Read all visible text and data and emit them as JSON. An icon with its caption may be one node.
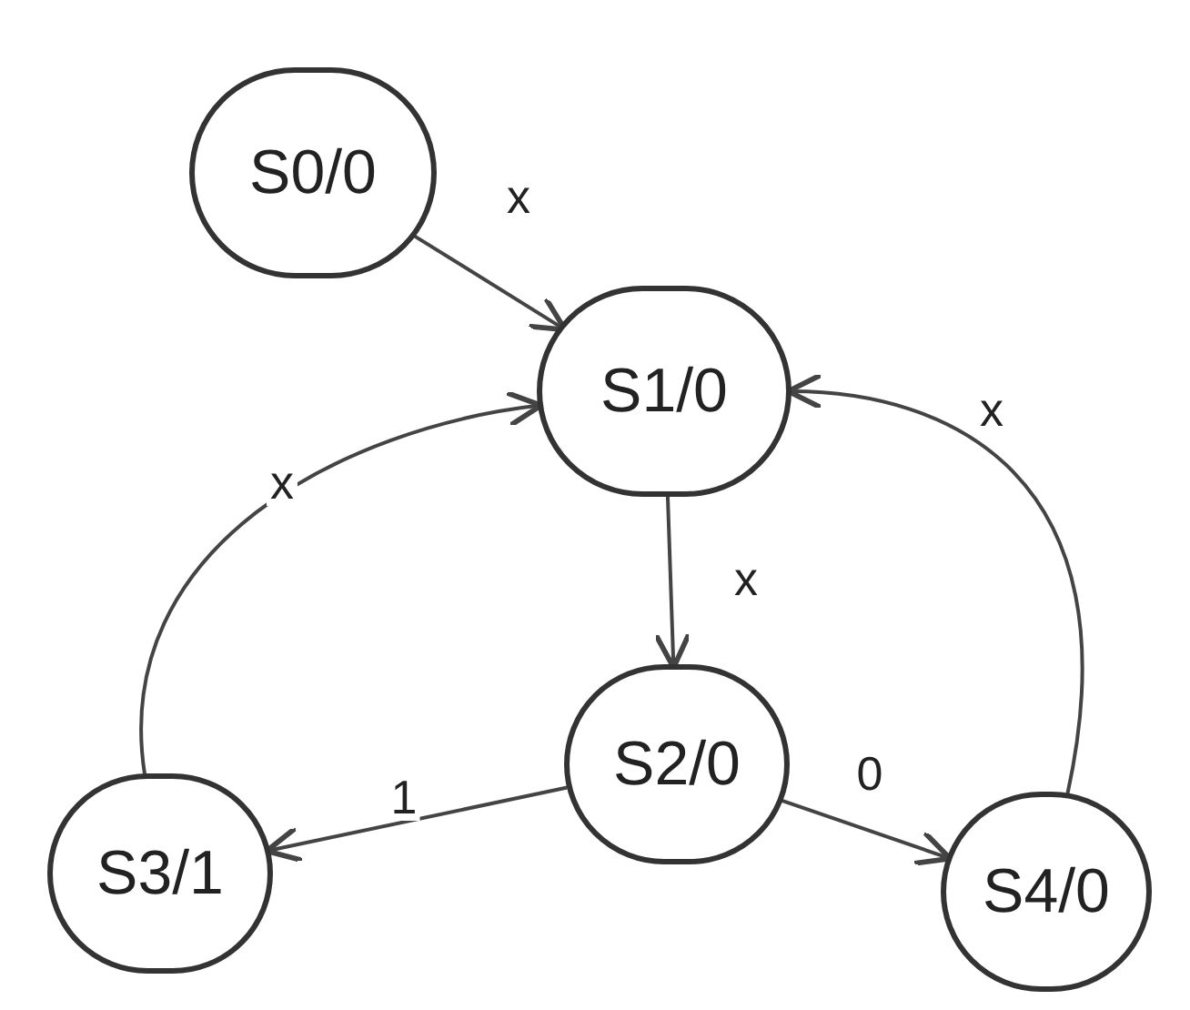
{
  "diagram": {
    "nodes": [
      {
        "text": [
          "S0/0"
        ]
      },
      {
        "text": [
          "S1/0"
        ]
      },
      {
        "text": [
          "S2/0"
        ]
      },
      {
        "text": [
          "S3/1"
        ]
      },
      {
        "text": [
          "S4/0"
        ]
      }
    ],
    "edges": [
      {
        "from": 0,
        "to": 1,
        "arrow": "to",
        "label": "x"
      },
      {
        "from": 1,
        "to": 2,
        "arrow": "to",
        "label": "x"
      },
      {
        "from": 2,
        "to": 3,
        "arrow": "to",
        "label": "1"
      },
      {
        "from": 2,
        "to": 4,
        "arrow": "to",
        "label": "0"
      },
      {
        "from": 4,
        "to": 1,
        "arrow": "to",
        "label": "x"
      },
      {
        "from": 3,
        "to": 1,
        "arrow": "to",
        "label": "x"
      }
    ]
  }
}
